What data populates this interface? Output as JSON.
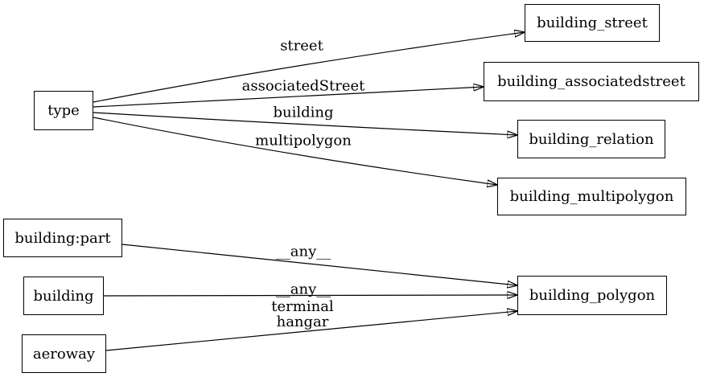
{
  "background": "#ffffff",
  "line_color": "#000000",
  "nodes": {
    "type": {
      "label": "type"
    },
    "building_part": {
      "label": "building:part"
    },
    "building": {
      "label": "building"
    },
    "aeroway": {
      "label": "aeroway"
    },
    "building_street": {
      "label": "building_street"
    },
    "building_associatedstreet": {
      "label": "building_associatedstreet"
    },
    "building_relation": {
      "label": "building_relation"
    },
    "building_multipolygon": {
      "label": "building_multipolygon"
    },
    "building_polygon": {
      "label": "building_polygon"
    }
  },
  "edges": {
    "street": {
      "from": "type",
      "to": "building_street",
      "label": "street"
    },
    "associatedStreet": {
      "from": "type",
      "to": "building_associatedstreet",
      "label": "associatedStreet"
    },
    "building": {
      "from": "type",
      "to": "building_relation",
      "label": "building"
    },
    "multipolygon": {
      "from": "type",
      "to": "building_multipolygon",
      "label": "multipolygon"
    },
    "any_from_building_part": {
      "from": "building:part",
      "to": "building_polygon",
      "label": "__any__"
    },
    "any_from_building": {
      "from": "building",
      "to": "building_polygon",
      "label": "__any__"
    },
    "terminal_hangar": {
      "from": "aeroway",
      "to": "building_polygon",
      "lines": [
        "terminal",
        "hangar"
      ]
    }
  }
}
